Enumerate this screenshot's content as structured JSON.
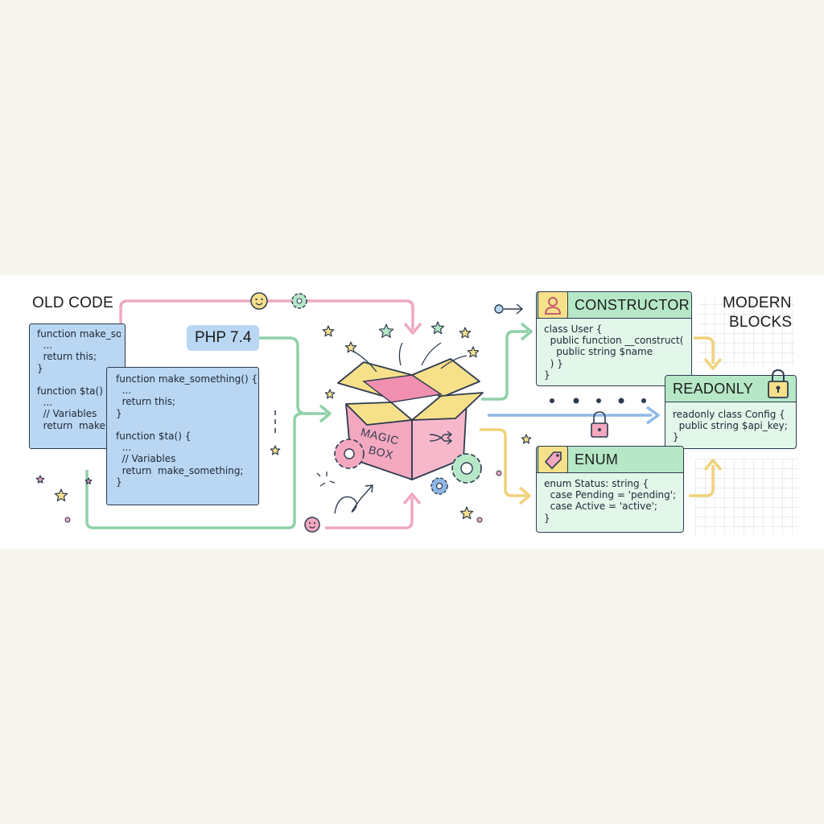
{
  "headings": {
    "old_code": "OLD CODE",
    "modern_blocks_line1": "MODERN",
    "modern_blocks_line2": "BLOCKS"
  },
  "version_badge": "PHP 7.4",
  "legacy_card_back": {
    "lines": [
      "function make_something() {",
      "  ...",
      "  return this;",
      "}",
      "",
      "function $ta() {",
      "  ...",
      "  // Variables",
      "  return  make"
    ]
  },
  "legacy_card_front": {
    "lines": [
      "function make_something() {",
      "  ...",
      "  return this;",
      "}",
      "",
      "function $ta() {",
      "  ...",
      "  // Variables",
      "  return  make_something;",
      "}"
    ]
  },
  "magic_box": {
    "line1": "MAGIC",
    "line2": "BOX"
  },
  "blocks": {
    "constructor": {
      "title": "CONSTRUCTOR",
      "icon": "user-icon",
      "lines": [
        "class User {",
        "  public function __construct(",
        "    public string $name",
        "  ) }",
        "}"
      ]
    },
    "readonly": {
      "title": "READONLY",
      "icon": "lock-icon",
      "lines": [
        "readonly class Config {",
        "  public string $api_key;",
        "}"
      ]
    },
    "enum": {
      "title": "ENUM",
      "icon": "tag-icon",
      "lines": [
        "enum Status: string {",
        "  case Pending = 'pending';",
        "  case Active = 'active';",
        "}"
      ]
    }
  },
  "colors": {
    "legacy_blue": "#b9d7f3",
    "block_green": "#e2f6ea",
    "header_green": "#b6e8c8",
    "box_pink": "#f4a8bf",
    "box_yellow": "#f7e08a",
    "arrow_pink": "#f0a8c0",
    "arrow_green": "#8fd1a8",
    "arrow_yellow": "#f0d27a",
    "arrow_blue": "#8fb8e8",
    "outline": "#2d3b4f"
  }
}
